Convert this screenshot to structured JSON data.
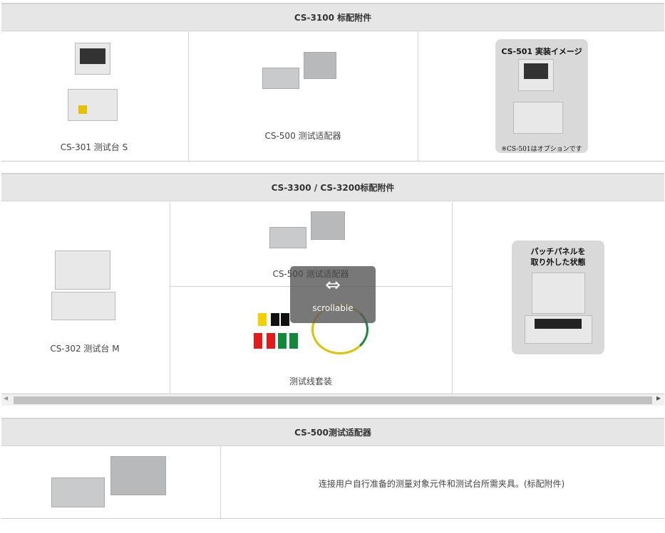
{
  "sections": [
    {
      "title": "CS-3100 标配附件",
      "items": [
        {
          "caption": "CS-301 测试台 S"
        },
        {
          "caption": "CS-500 测试适配器"
        },
        {
          "card_title": "CS-501 実装イメージ",
          "card_note": "※CS-501はオプションです"
        }
      ]
    },
    {
      "title": "CS-3300 / CS-3200标配附件",
      "items": [
        {
          "caption": "CS-302 测试台 M"
        },
        {
          "caption": "CS-500 测试适配器"
        },
        {
          "caption": "测试线套装"
        },
        {
          "card_title": "パッチパネルを\n取り外した状態"
        }
      ]
    },
    {
      "title": "CS-500测试适配器",
      "description": "连接用户自行准备的测量对象元件和测试台所需夹具。(标配附件)"
    }
  ],
  "overlay": {
    "label": "scrollable"
  }
}
